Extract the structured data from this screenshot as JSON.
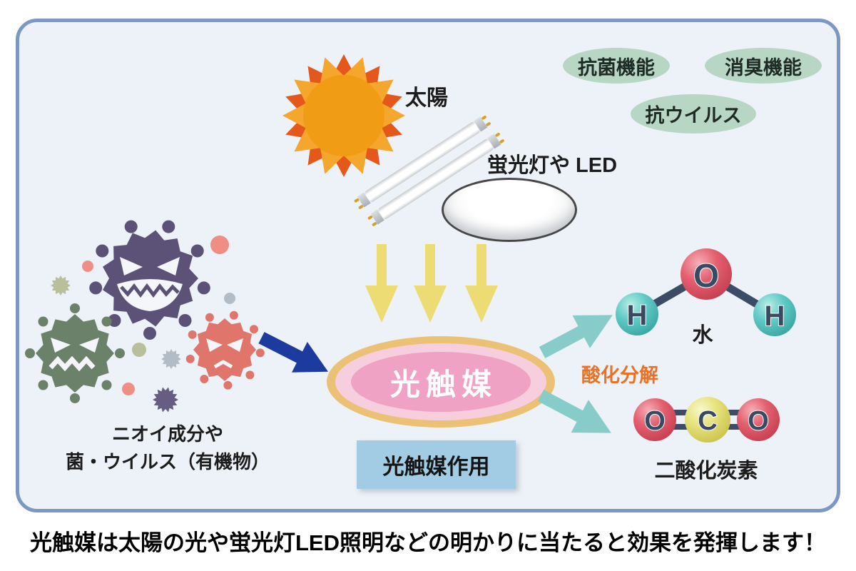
{
  "badges": [
    {
      "label": "抗菌機能"
    },
    {
      "label": "消臭機能"
    },
    {
      "label": "抗ウイルス"
    }
  ],
  "light": {
    "sun_label": "太陽",
    "lamp_label": "蛍光灯や LED"
  },
  "pollutants": {
    "line1": "ニオイ成分や",
    "line2": "菌・ウイルス（有機物）"
  },
  "photocatalyst": {
    "name": "光触媒",
    "action_label": "光触媒作用",
    "process_label": "酸化分解"
  },
  "molecules": {
    "water": {
      "o": "O",
      "h_left": "H",
      "h_right": "H",
      "label": "水"
    },
    "co2": {
      "o_left": "O",
      "c": "C",
      "o_right": "O",
      "label": "二酸化炭素"
    }
  },
  "caption": "光触媒は太陽の光や蛍光灯LED照明などの明かりに当たると効果を発揮します！",
  "colors": {
    "panel_border": "#7c97c3",
    "panel_bg": "#edf2f9",
    "badge_green": "#b7d7c4",
    "sun_body": "#f09c15",
    "sun_ray_light": "#f5a62d",
    "sun_ray_dark": "#e4581c",
    "arrow_yellow": "#ecdc73",
    "arrow_blue": "#1d3a9e",
    "arrow_cyan": "#87ccc9",
    "ellipse_gold": "#ebc176",
    "ellipse_pale_pink": "#f6cede",
    "ellipse_pink": "#f0a2c5",
    "process_orange": "#e87228",
    "action_box_blue": "#a2cce3",
    "virus_purple": "#5c5177",
    "virus_green": "#6c8169",
    "virus_red": "#e0756b",
    "oxygen_red": "#e4606f",
    "hydrogen_cyan": "#62cbc7",
    "carbon_yellow": "#e6e27c",
    "bond_slate": "#3d4c66"
  }
}
